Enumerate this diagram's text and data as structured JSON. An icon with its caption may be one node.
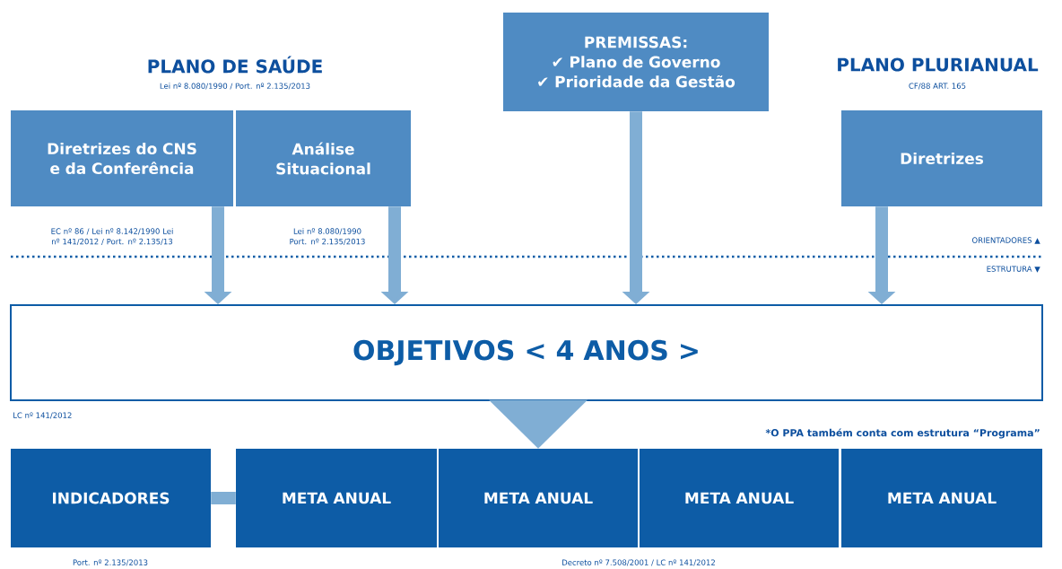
{
  "diagram": {
    "nodes": [
      {
        "text": [
          "Diretrizes do CNS e da Conferência"
        ],
        "beside": [
          "EC nº 86 / Lei nº 8.142/1990 Lei nº 141/2012 / Port. nº 2.135/13"
        ]
      },
      {
        "text": [
          "Análise Situacional"
        ],
        "beside": [
          "Lei nº 8.080/1990 Port. nº 2.135/2013"
        ]
      },
      {
        "text": [
          "PREMISSAS:",
          "✔ Plano de Governo",
          "✔ Prioridade da Gestão"
        ]
      },
      {
        "text": [
          "Diretrizes"
        ]
      },
      {
        "text": [
          "OBJETIVOS < 4 ANOS >"
        ],
        "beside": [
          "LC nº 141/2012"
        ]
      },
      {
        "text": [
          "INDICADORES"
        ],
        "beside": [
          "Port. nº 2.135/2013"
        ]
      },
      {
        "text": [
          "META ANUAL"
        ]
      },
      {
        "text": [
          "META ANUAL"
        ]
      },
      {
        "text": [
          "META ANUAL"
        ]
      },
      {
        "text": [
          "META ANUAL"
        ]
      }
    ],
    "edges": [
      {
        "from": 0,
        "to": 4,
        "arrow": "to"
      },
      {
        "from": 1,
        "to": 4,
        "arrow": "to"
      },
      {
        "from": 2,
        "to": 4,
        "arrow": "to"
      },
      {
        "from": 3,
        "to": 4,
        "arrow": "to"
      },
      {
        "from": 4,
        "to": 7,
        "arrow": "to"
      },
      {
        "from": 5,
        "to": 6,
        "arrow": "none"
      }
    ],
    "labels": [
      "PLANO DE SAÚDE",
      "Lei nº 8.080/1990 / Port. nº 2.135/2013",
      "PLANO PLURIANUAL",
      "CF/88 ART. 165",
      "ORIENTADORES ▲",
      "ESTRUTURA ▼",
      "*O PPA também conta com estrutura “Programa”",
      "Decreto nº 7.508/2001 / LC nº 141/2012"
    ]
  }
}
